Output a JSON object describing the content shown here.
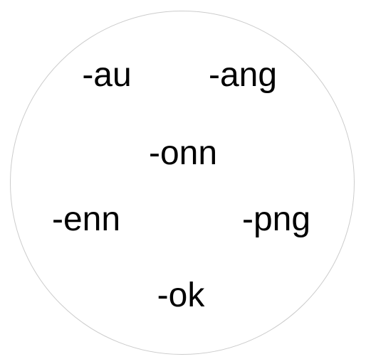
{
  "colors": {
    "background": "#ffffff",
    "circle_border": "#cccccc",
    "text": "#000000"
  },
  "terms": [
    {
      "id": "au",
      "label": "-au"
    },
    {
      "id": "ang",
      "label": "-ang"
    },
    {
      "id": "onn",
      "label": "-onn"
    },
    {
      "id": "enn",
      "label": "-enn"
    },
    {
      "id": "png",
      "label": "-png"
    },
    {
      "id": "ok",
      "label": "-ok"
    }
  ]
}
